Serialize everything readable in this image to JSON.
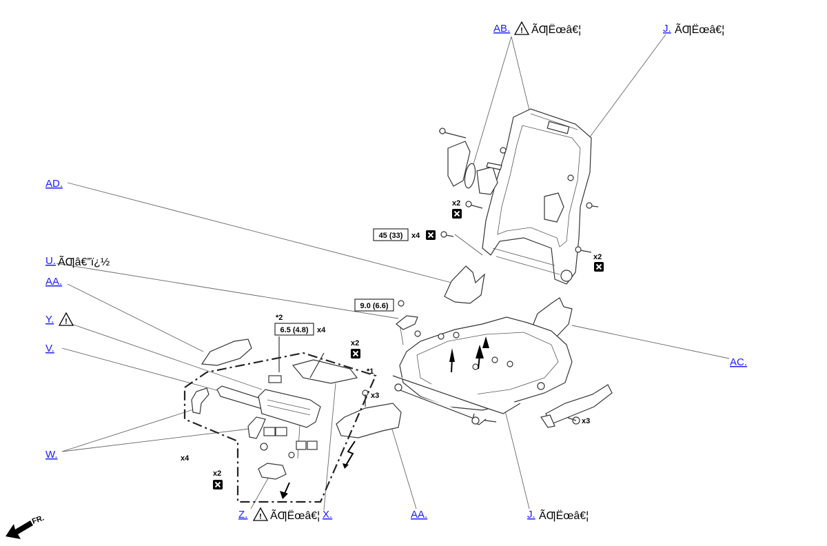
{
  "callouts": {
    "ab": {
      "link": "AB.",
      "suffix": "ÃƢËœâ€¦"
    },
    "j_top": {
      "link": "J.",
      "suffix": "ÃƢËœâ€¦"
    },
    "ad": {
      "link": "AD."
    },
    "u": {
      "link": "U.",
      "suffix": "ÃƢâ€”ï¿½"
    },
    "aa_left": {
      "link": "AA."
    },
    "y": {
      "link": "Y."
    },
    "v": {
      "link": "V."
    },
    "w": {
      "link": "W."
    },
    "ac": {
      "link": "AC."
    },
    "z": {
      "link": "Z.",
      "suffix": "ÃƢËœâ€¦"
    },
    "x": {
      "link": "X."
    },
    "aa_bottom": {
      "link": "AA."
    },
    "j_bottom": {
      "link": "J.",
      "suffix": "ÃƢËœâ€¦"
    }
  },
  "torque_specs": {
    "t45": "45 (33)",
    "t9": "9.0 (6.6)",
    "t65": "6.5 (4.8)"
  },
  "quantities": {
    "x4_a": "x4",
    "x4_b": "x4",
    "x4_c": "x4",
    "x2_a": "x2",
    "x2_b": "x2",
    "x2_c": "x2",
    "x2_d": "x2",
    "x3_a": "x3",
    "x3_b": "x3"
  },
  "notes": {
    "star2": "*2",
    "star1": "*1"
  },
  "direction": {
    "label": "FR."
  },
  "icons": [
    "warning-icon",
    "non-reusable-part-icon",
    "front-arrow-icon"
  ]
}
